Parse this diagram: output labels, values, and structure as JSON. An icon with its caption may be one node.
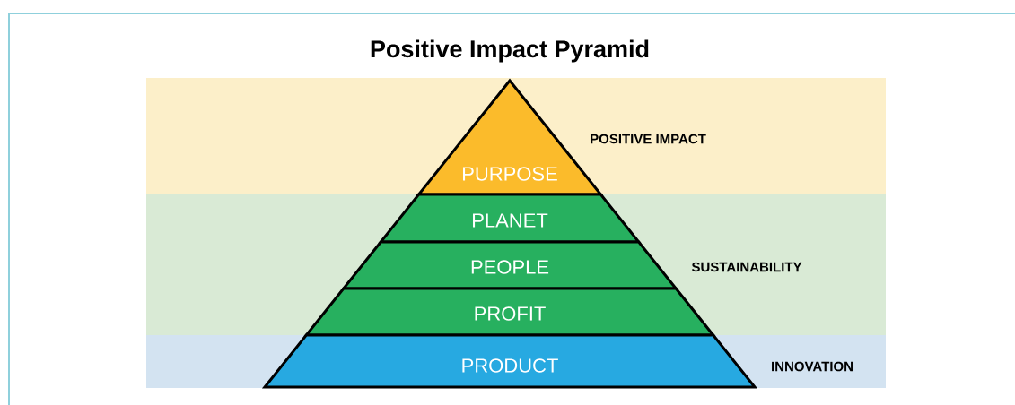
{
  "diagram": {
    "title": "Positive Impact Pyramid",
    "nodes": [
      {
        "text": [
          "POSITIVE IMPACT"
        ]
      },
      {
        "text": [
          "PURPOSE"
        ],
        "in": 0
      },
      {
        "text": [
          "SUSTAINABILITY"
        ]
      },
      {
        "text": [
          "PLANET"
        ],
        "in": 2
      },
      {
        "text": [
          "PEOPLE"
        ],
        "in": 2
      },
      {
        "text": [
          "PROFIT"
        ],
        "in": 2
      },
      {
        "text": [
          "INNOVATION"
        ]
      },
      {
        "text": [
          "PRODUCT"
        ],
        "in": 6
      }
    ]
  }
}
